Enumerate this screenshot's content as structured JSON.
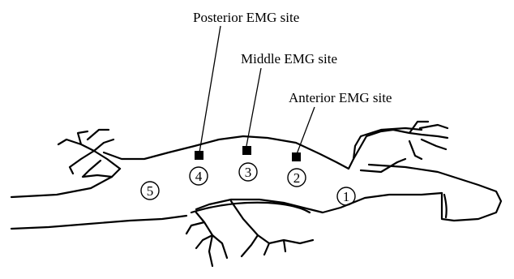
{
  "labels": {
    "posterior": "Posterior EMG site",
    "middle": "Middle EMG site",
    "anterior": "Anterior EMG site"
  },
  "regions": {
    "r1": "1",
    "r2": "2",
    "r3": "3",
    "r4": "4",
    "r5": "5"
  }
}
